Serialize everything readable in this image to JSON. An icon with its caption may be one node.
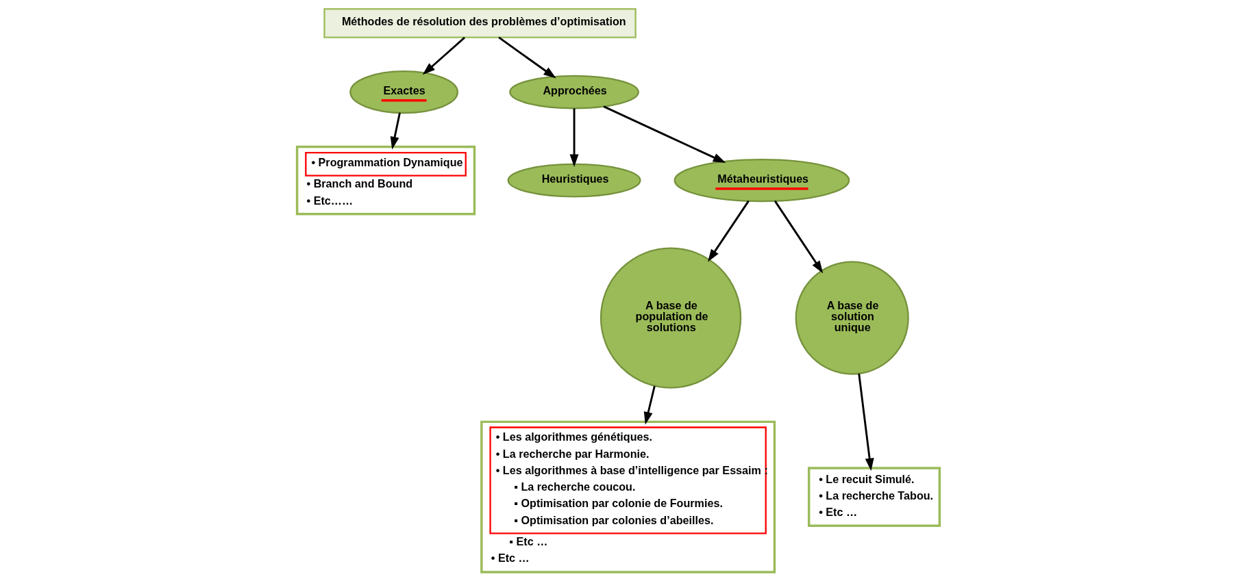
{
  "diagram": {
    "nodes": [
      {
        "text": [
          "Méthodes de résolution des problèmes d’optimisation"
        ]
      },
      {
        "text": [
          "Exactes"
        ]
      },
      {
        "text": [
          "• Programmation Dynamique",
          "• Branch and Bound",
          "• Etc……"
        ]
      },
      {
        "text": [
          "Approchées"
        ]
      },
      {
        "text": [
          "Heuristiques"
        ]
      },
      {
        "text": [
          "Métaheuristiques"
        ]
      },
      {
        "text": [
          "A base de population de solutions"
        ]
      },
      {
        "text": [
          "A base de solution unique"
        ]
      },
      {
        "text": [
          "• Les algorithmes génétiques.",
          "• La recherche par Harmonie.",
          "• Les algorithmes à base d’intelligence par Essaim :",
          "▪ La recherche coucou.",
          "▪ Optimisation par colonie de Fourmies.",
          "▪ Optimisation par colonies d’abeilles.",
          "▪ Etc …",
          "• Etc …"
        ]
      },
      {
        "text": [
          "• Le recuit Simulé.",
          "• La recherche Tabou.",
          "• Etc …"
        ]
      }
    ],
    "edges": [
      {
        "from": 0,
        "to": 1,
        "arrow": "to"
      },
      {
        "from": 0,
        "to": 3,
        "arrow": "to"
      },
      {
        "from": 1,
        "to": 2,
        "arrow": "to"
      },
      {
        "from": 3,
        "to": 4,
        "arrow": "to"
      },
      {
        "from": 3,
        "to": 5,
        "arrow": "to"
      },
      {
        "from": 5,
        "to": 6,
        "arrow": "to"
      },
      {
        "from": 5,
        "to": 7,
        "arrow": "to"
      },
      {
        "from": 6,
        "to": 8,
        "arrow": "to"
      },
      {
        "from": 7,
        "to": 9,
        "arrow": "to"
      }
    ]
  }
}
